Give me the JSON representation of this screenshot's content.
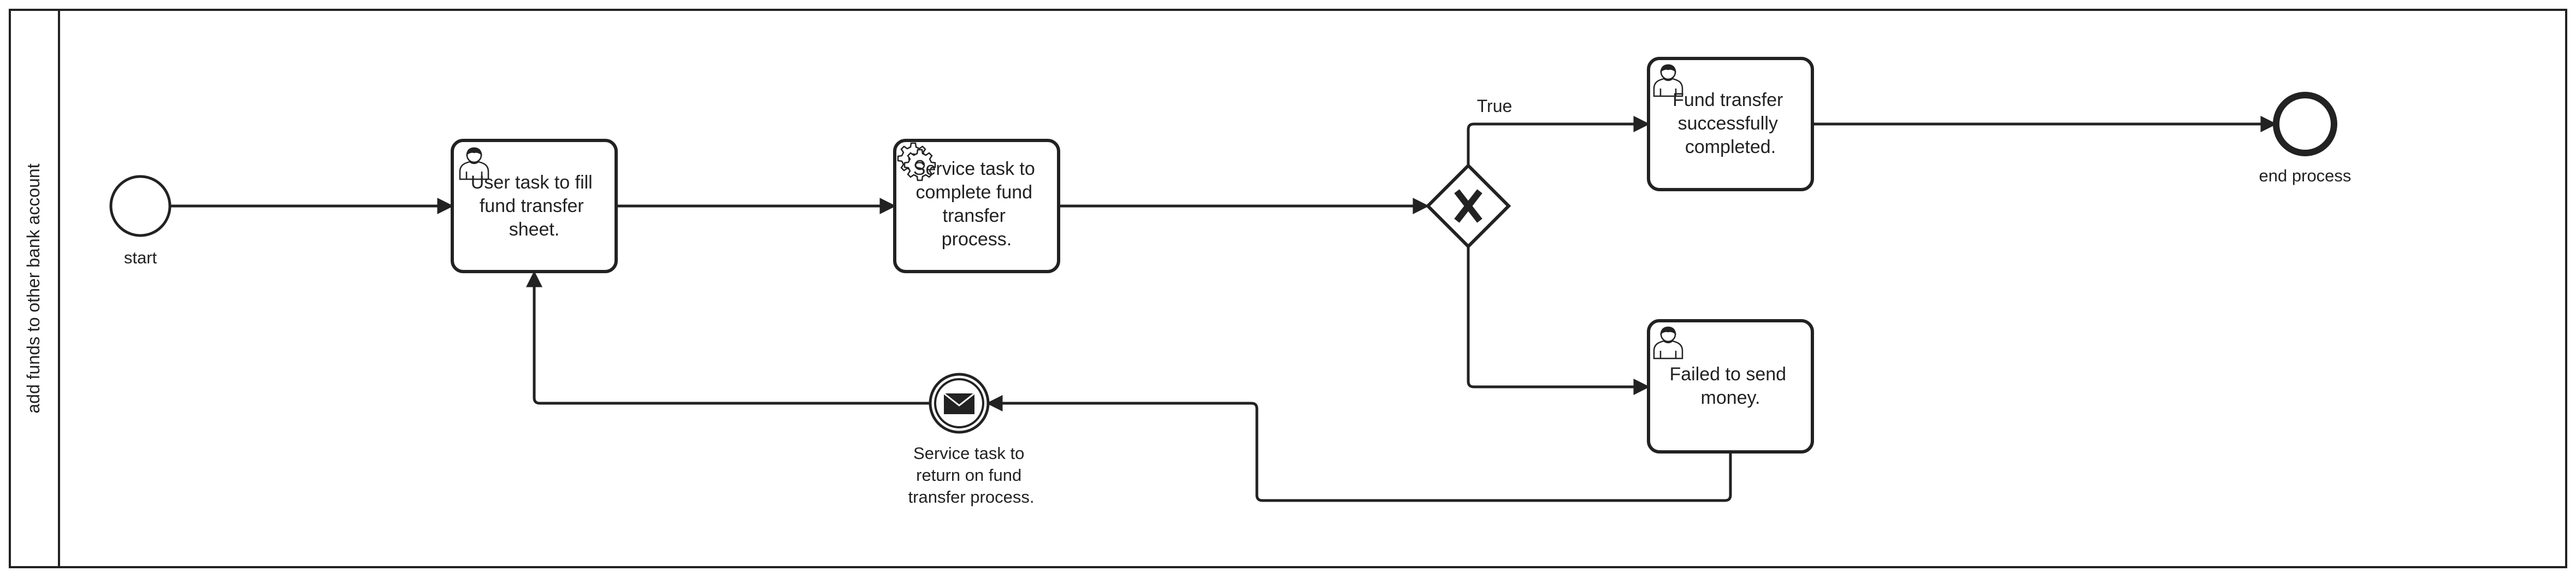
{
  "pool": {
    "label": "add funds to other bank account"
  },
  "events": {
    "start": {
      "label": "start"
    },
    "end": {
      "label": "end process"
    },
    "intermediate": {
      "label_lines": [
        "Service task to",
        "return on fund",
        "transfer process."
      ],
      "icon": "envelope-icon"
    }
  },
  "tasks": {
    "fill_sheet": {
      "label_lines": [
        "User task to fill",
        "fund transfer",
        "sheet."
      ],
      "icon": "user-icon"
    },
    "complete": {
      "label_lines": [
        "Service task to",
        "complete fund",
        "transfer",
        "process."
      ],
      "icon": "gear-icon"
    },
    "success": {
      "label_lines": [
        "Fund transfer",
        "successfully",
        "completed."
      ],
      "icon": "user-icon"
    },
    "failed": {
      "label_lines": [
        "Failed to send",
        "money."
      ],
      "icon": "user-icon"
    }
  },
  "gateway": {
    "type": "exclusive",
    "icon": "x-icon"
  },
  "flows": {
    "true_label": "True"
  }
}
